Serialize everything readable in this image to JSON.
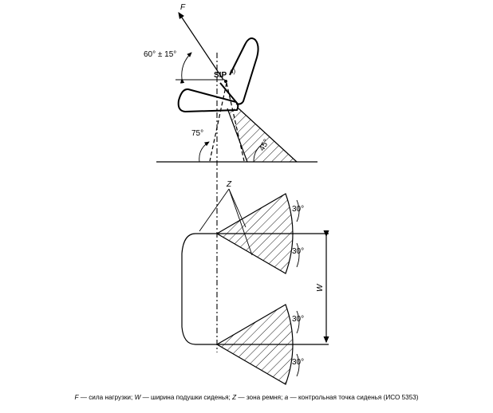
{
  "labels": {
    "force": "F",
    "angle_load": "60° ± 15°",
    "sip": "SIP",
    "sip_note": "a)",
    "angle_75": "75°",
    "angle_45": "45°",
    "zone": "Z",
    "width": "W",
    "angle_30_1": "30°",
    "angle_30_2": "30°",
    "angle_30_3": "30°",
    "angle_30_4": "30°"
  },
  "caption": {
    "f_sym": "F",
    "f_text": " — сила нагрузки; ",
    "w_sym": "W",
    "w_text": " — ширина подушки сиденья; ",
    "z_sym": "Z",
    "z_text": " — зона ремня; ",
    "a_sym": "a",
    "a_text": " — контрольная точка сиденья (ИСО 5353)"
  }
}
